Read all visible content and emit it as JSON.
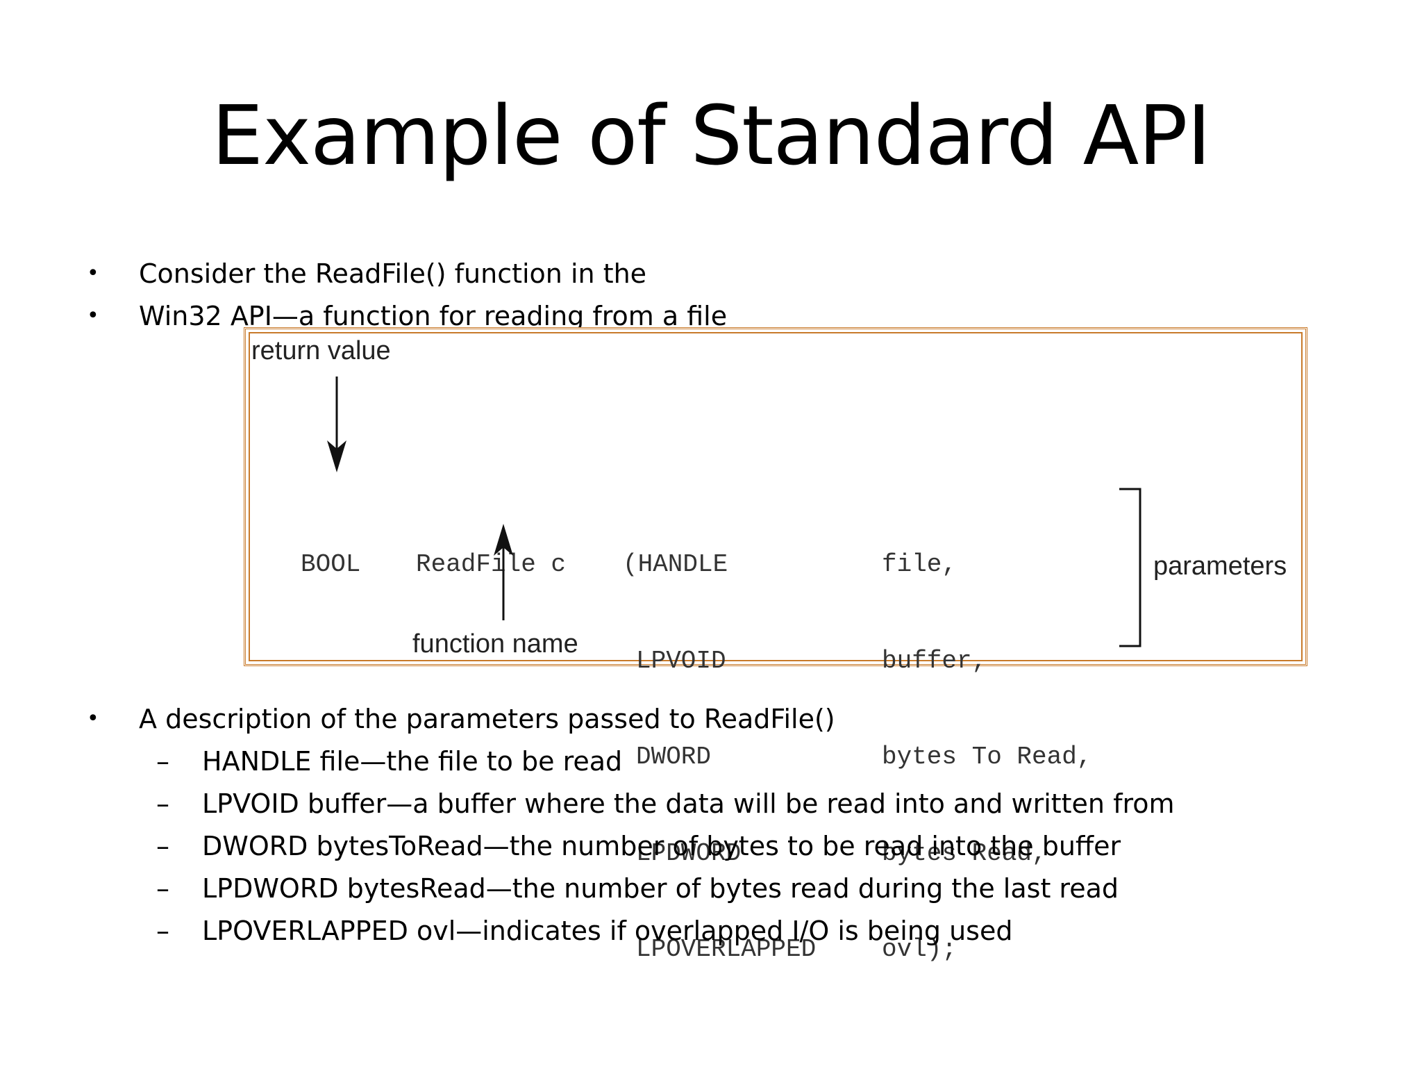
{
  "title": "Example of Standard API",
  "intro_bullets": [
    "Consider the ReadFile() function in the",
    "Win32 API—a function for reading from a file"
  ],
  "figure": {
    "return_value_label": "return value",
    "function_name_label": "function name",
    "parameters_label": "parameters",
    "return_type": "BOOL",
    "function_call": "ReadFile c",
    "param_types": [
      "(HANDLE",
      "LPVOID",
      "DWORD",
      "LPDWORD",
      "LPOVERLAPPED"
    ],
    "param_names": [
      "file,",
      "buffer,",
      "bytes To Read,",
      "bytes Read,",
      "ovl);"
    ],
    "frame_color": "#c87a2a"
  },
  "description_bullet": "A description of the parameters passed to ReadFile()",
  "sub_bullet_marker": "–",
  "bullet_marker": "•",
  "descriptions": [
    "HANDLE file—the file to be read",
    "LPVOID buffer—a buffer where the data will be read into and written from",
    "DWORD bytesToRead—the number of bytes to be read into the buffer",
    "LPDWORD bytesRead—the number of bytes read during the last read",
    "LPOVERLAPPED ovl—indicates if overlapped I/O is being used"
  ]
}
